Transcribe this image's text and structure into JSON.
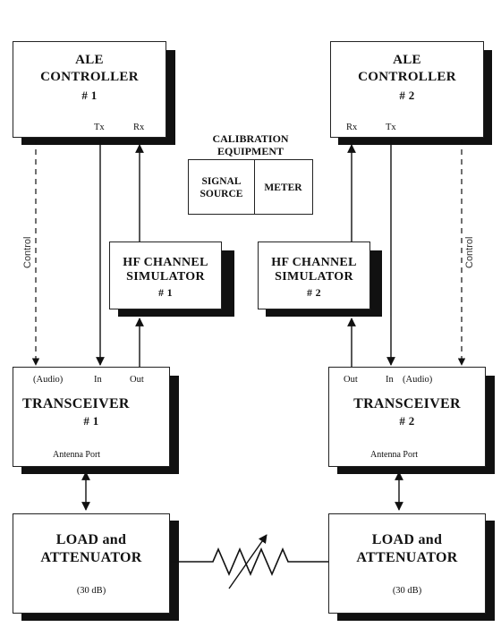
{
  "ale1": {
    "line1": "ALE",
    "line2": "CONTROLLER",
    "line3": "# 1",
    "tx": "Tx",
    "rx": "Rx"
  },
  "ale2": {
    "line1": "ALE",
    "line2": "CONTROLLER",
    "line3": "# 2",
    "rx": "Rx",
    "tx": "Tx"
  },
  "calibration": {
    "line1": "CALIBRATION",
    "line2": "EQUIPMENT",
    "source_line1": "SIGNAL",
    "source_line2": "SOURCE",
    "meter": "METER"
  },
  "sim1": {
    "line1": "HF CHANNEL",
    "line2": "SIMULATOR",
    "line3": "# 1"
  },
  "sim2": {
    "line1": "HF CHANNEL",
    "line2": "SIMULATOR",
    "line3": "# 2"
  },
  "trx1": {
    "audio": "(Audio)",
    "in": "In",
    "out": "Out",
    "line1": "TRANSCEIVER",
    "line2": "# 1",
    "port": "Antenna Port"
  },
  "trx2": {
    "out": "Out",
    "in": "In",
    "audio": "(Audio)",
    "line1": "TRANSCEIVER",
    "line2": "# 2",
    "port": "Antenna Port"
  },
  "load1": {
    "line1": "LOAD and",
    "line2": "ATTENUATOR",
    "db": "(30 dB)"
  },
  "load2": {
    "line1": "LOAD and",
    "line2": "ATTENUATOR",
    "db": "(30 dB)"
  },
  "control_label": "Control"
}
